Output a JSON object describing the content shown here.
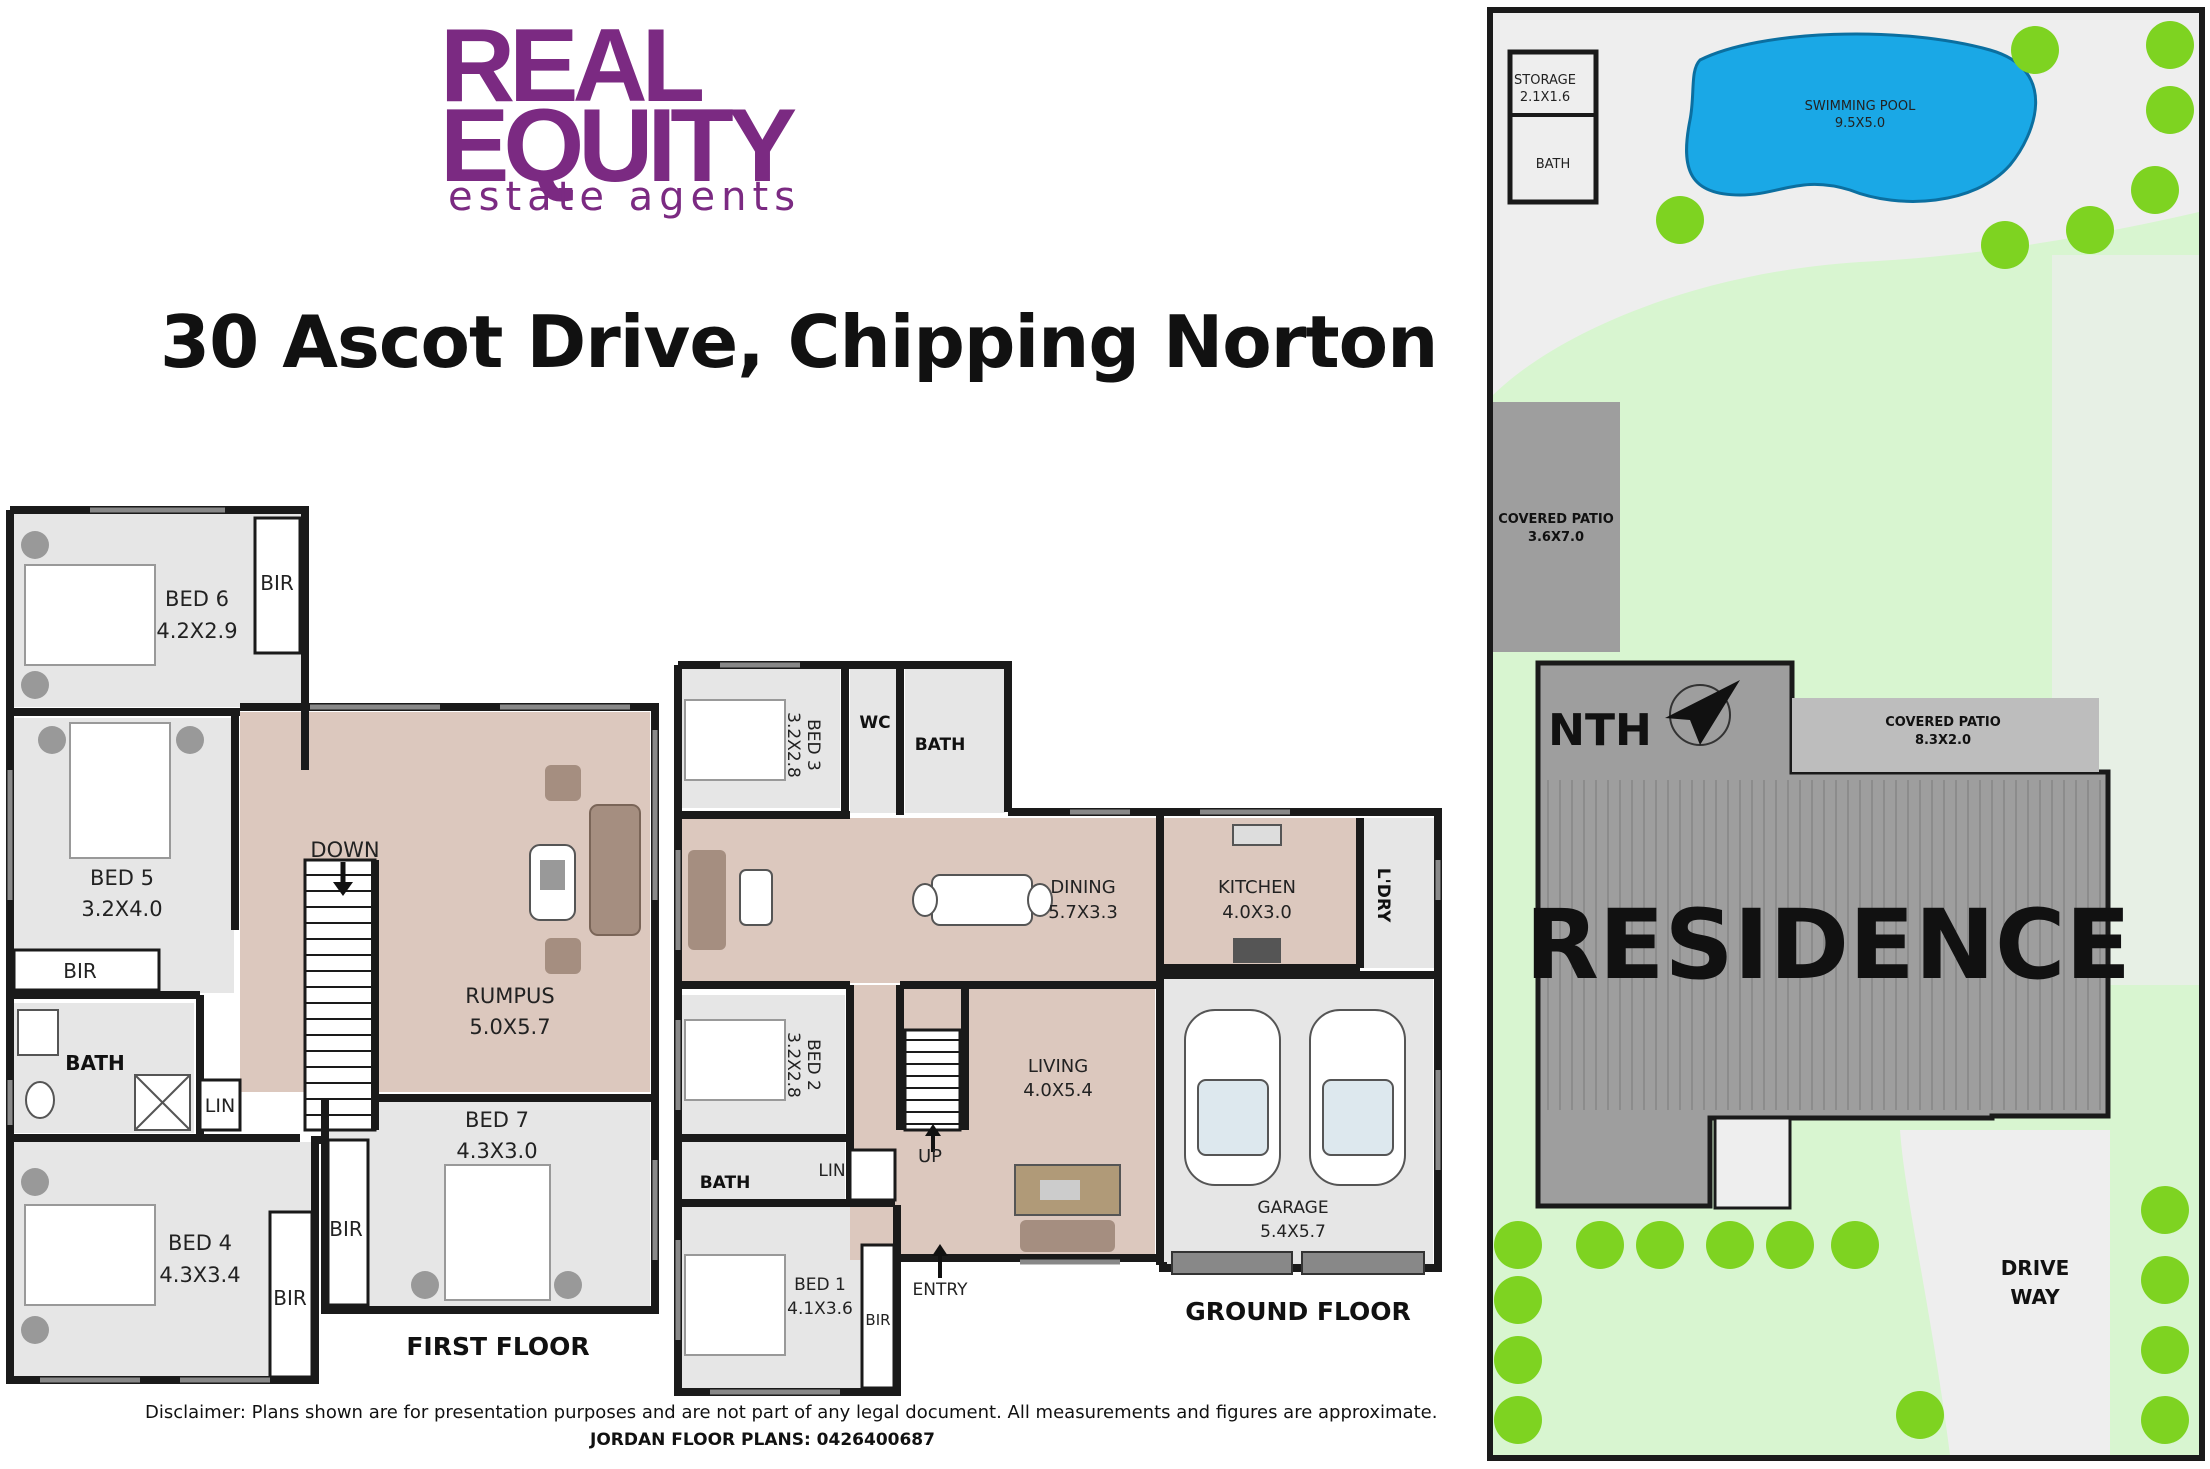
{
  "brand": {
    "line1": "REAL",
    "line2": "EQUITY",
    "tagline": "estate agents",
    "color": "#7b2a82"
  },
  "address": "30 Ascot Drive, Chipping Norton",
  "colors": {
    "wall": "#1a1a1a",
    "bedroom": "#e6e6e6",
    "living": "#dcc8be",
    "wet": "#e6e6e6",
    "lawn": "#d8f5d0",
    "paving": "#eaeaea",
    "residence": "#9e9e9e",
    "pool": "#1aa8e6",
    "tree": "#7ed321"
  },
  "first_floor": {
    "label": "FIRST FLOOR",
    "rooms": {
      "bed6": {
        "name": "BED 6",
        "size": "4.2X2.9"
      },
      "bed5": {
        "name": "BED 5",
        "size": "3.2X4.0"
      },
      "bed4": {
        "name": "BED 4",
        "size": "4.3X3.4"
      },
      "bed7": {
        "name": "BED 7",
        "size": "4.3X3.0"
      },
      "rumpus": {
        "name": "RUMPUS",
        "size": "5.0X5.7"
      },
      "bath": "BATH",
      "lin": "LIN",
      "down": "DOWN",
      "bir": "BIR"
    }
  },
  "ground_floor": {
    "label": "GROUND FLOOR",
    "rooms": {
      "bed3": {
        "name": "BED 3",
        "size": "3.2X2.8"
      },
      "bed2": {
        "name": "BED 2",
        "size": "3.2X2.8"
      },
      "bed1": {
        "name": "BED 1",
        "size": "4.1X3.6"
      },
      "dining": {
        "name": "DINING",
        "size": "5.7X3.3"
      },
      "kitchen": {
        "name": "KITCHEN",
        "size": "4.0X3.0"
      },
      "living": {
        "name": "LIVING",
        "size": "4.0X5.4"
      },
      "garage": {
        "name": "GARAGE",
        "size": "5.4X5.7"
      },
      "wc": "WC",
      "bath": "BATH",
      "lin": "LIN",
      "lory": "L'DRY",
      "up": "UP",
      "entry": "ENTRY",
      "bir": "BIR"
    }
  },
  "site": {
    "storage": {
      "name": "STORAGE",
      "size": "2.1X1.6"
    },
    "bath": "BATH",
    "pool": {
      "name": "SWIMMING POOL",
      "size": "9.5X5.0"
    },
    "covered_patio_left": {
      "name": "COVERED PATIO",
      "size": "3.6X7.0"
    },
    "covered_patio_right": {
      "name": "COVERED PATIO",
      "size": "8.3X2.0"
    },
    "residence": "RESIDENCE",
    "north": "NTH",
    "driveway_1": "DRIVE",
    "driveway_2": "WAY"
  },
  "disclaimer": "Disclaimer: Plans shown are for presentation purposes and are not part of any legal document. All measurements and figures are approximate.",
  "credit": "JORDAN FLOOR PLANS: 0426400687"
}
